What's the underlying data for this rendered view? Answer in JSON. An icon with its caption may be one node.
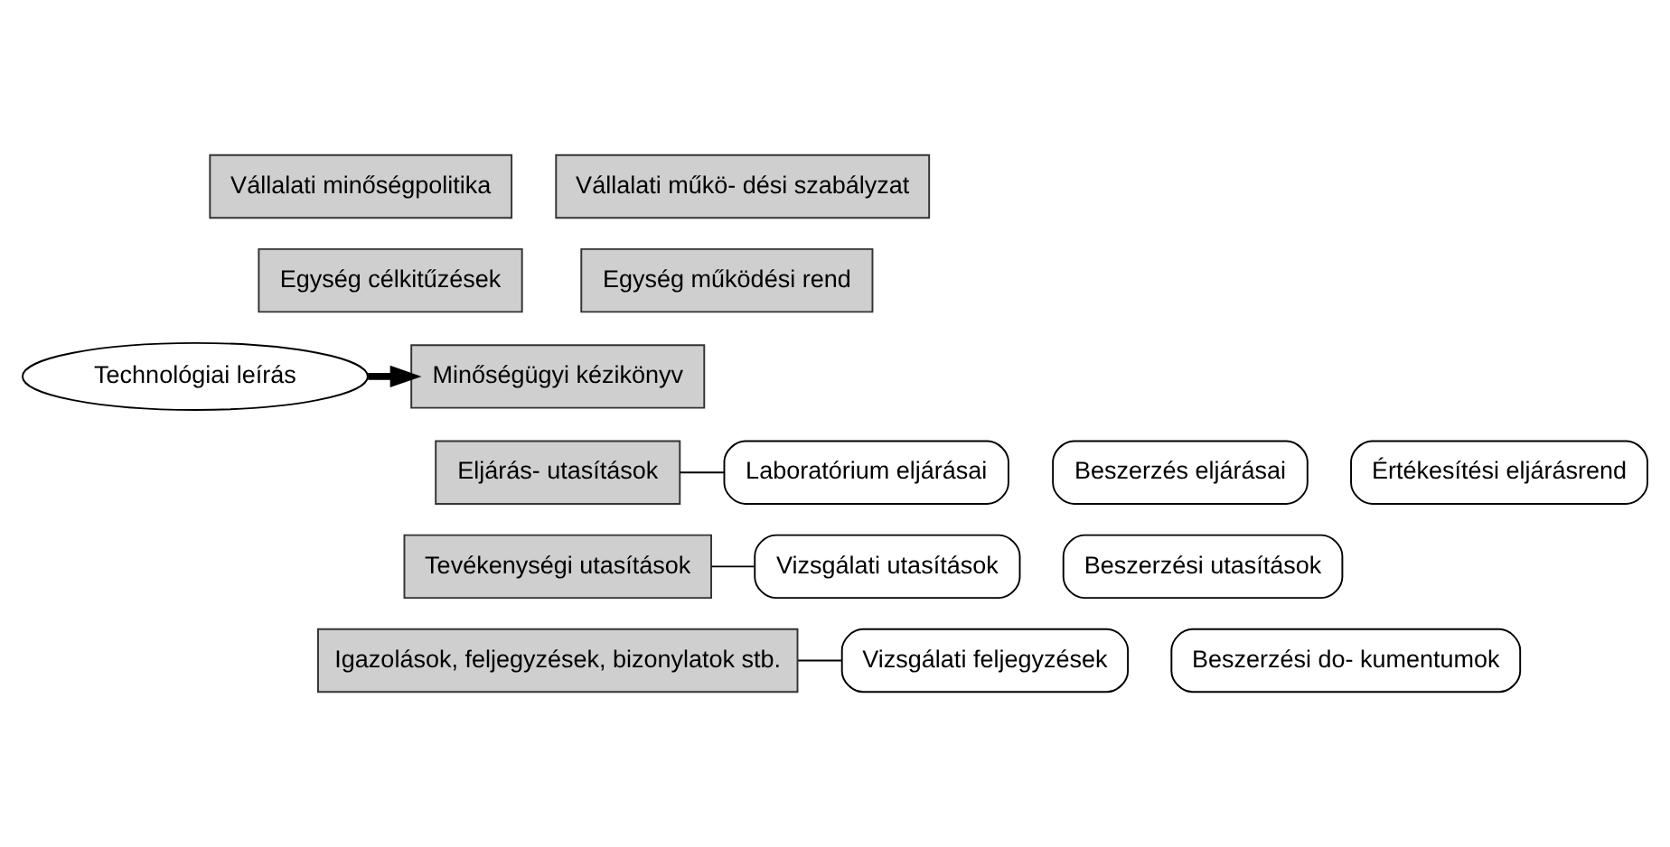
{
  "diagram": {
    "nodes": [
      {
        "text": [
          "Vállalati minőségpolitika"
        ]
      },
      {
        "text": [
          "Vállalati műkö- dési szabályzat"
        ]
      },
      {
        "text": [
          "Egység célkitűzések"
        ]
      },
      {
        "text": [
          "Egység működési rend"
        ]
      },
      {
        "text": [
          "Technológiai leírás"
        ]
      },
      {
        "text": [
          "Minőségügyi kézikönyv"
        ]
      },
      {
        "text": [
          "Eljárás- utasítások"
        ]
      },
      {
        "text": [
          "Laboratórium eljárásai"
        ]
      },
      {
        "text": [
          "Beszerzés eljárásai"
        ]
      },
      {
        "text": [
          "Értékesítési eljárásrend"
        ]
      },
      {
        "text": [
          "Tevékenységi utasítások"
        ]
      },
      {
        "text": [
          "Vizsgálati utasítások"
        ]
      },
      {
        "text": [
          "Beszerzési utasítások"
        ]
      },
      {
        "text": [
          "Igazolások, feljegyzések, bizonylatok stb."
        ]
      },
      {
        "text": [
          "Vizsgálati feljegyzések"
        ]
      },
      {
        "text": [
          "Beszerzési do- kumentumok"
        ]
      }
    ],
    "edges": [
      {
        "from": 4,
        "to": 5,
        "arrow": "to",
        "style": "thick"
      },
      {
        "from": 6,
        "to": 7,
        "arrow": "none"
      },
      {
        "from": 10,
        "to": 11,
        "arrow": "none"
      },
      {
        "from": 13,
        "to": 14,
        "arrow": "none"
      }
    ]
  }
}
